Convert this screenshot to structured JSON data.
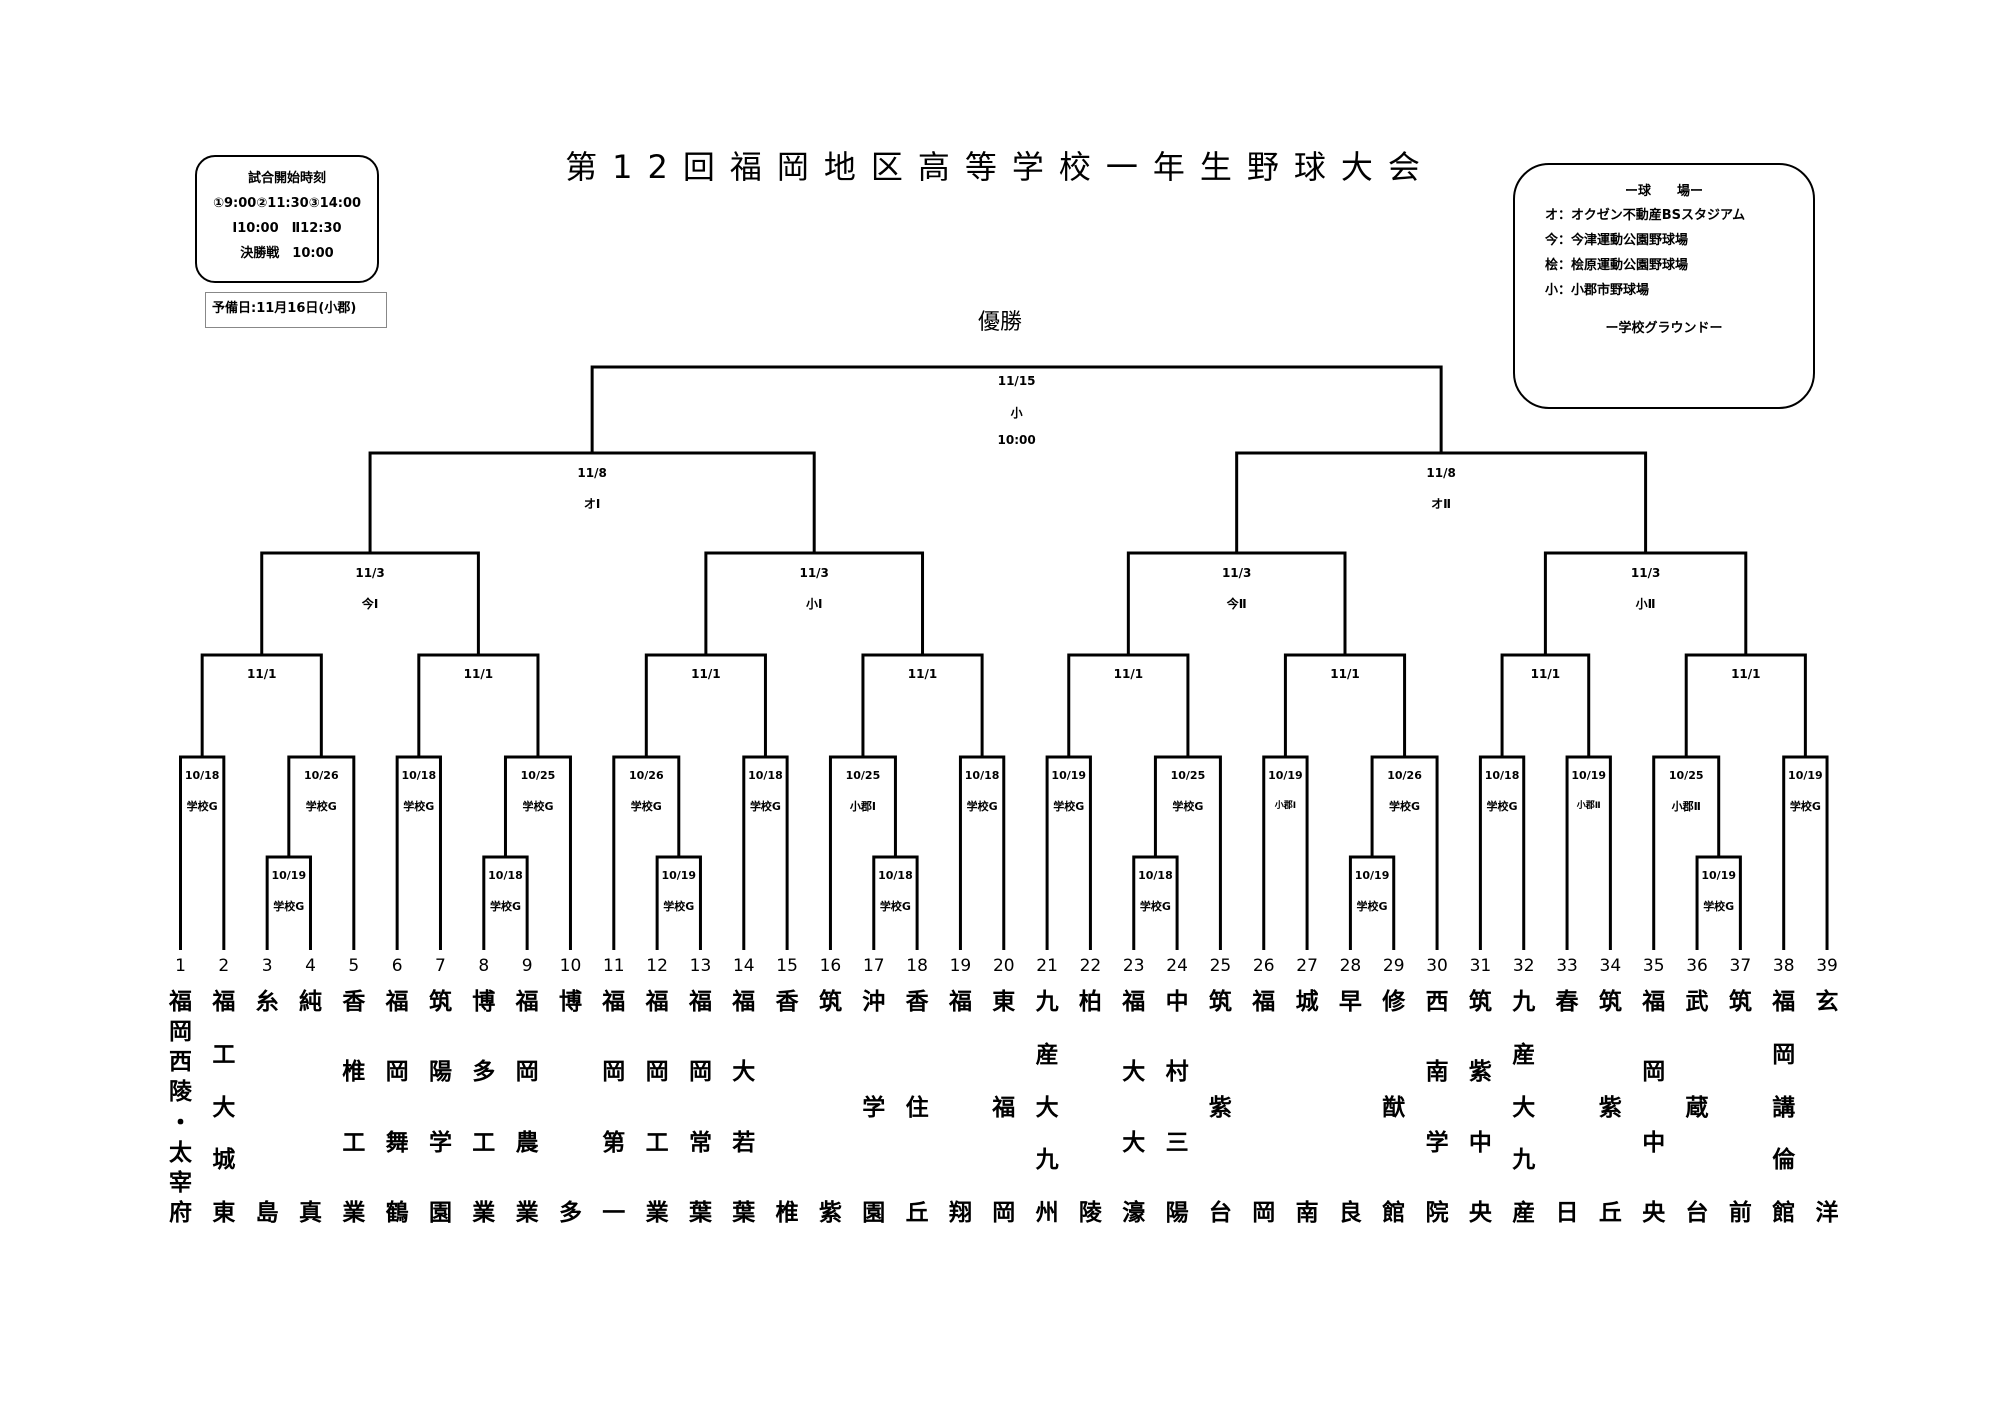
{
  "title": "第12回福岡地区高等学校一年生野球大会",
  "start_times": {
    "header": "試合開始時刻",
    "line1": "①9:00②11:30③14:00",
    "line2": "Ⅰ10:00　Ⅱ12:30",
    "line3": "決勝戦　10:00"
  },
  "reserve_day": "予備日:11月16日(小郡)",
  "venues": {
    "header": "ー球　　場ー",
    "items": [
      "オ：オクゼン不動産BSスタジアム",
      "今：今津運動公園野球場",
      "桧：桧原運動公園野球場",
      "小：小郡市野球場"
    ],
    "footer": "ー学校グラウンドー"
  },
  "champion_label": "優勝",
  "final": {
    "date": "11/15",
    "venue": "小",
    "time": "10:00"
  },
  "semifinals": [
    {
      "date": "11/8",
      "venue": "オⅠ"
    },
    {
      "date": "11/8",
      "venue": "オⅡ"
    }
  ],
  "quarterfinals": [
    {
      "date": "11/3",
      "venue": "今Ⅰ"
    },
    {
      "date": "11/3",
      "venue": "小Ⅰ"
    },
    {
      "date": "11/3",
      "venue": "今Ⅱ"
    },
    {
      "date": "11/3",
      "venue": "小Ⅱ"
    }
  ],
  "round16": [
    "11/1",
    "11/1",
    "11/1",
    "11/1",
    "11/1",
    "11/1",
    "11/1",
    "11/1"
  ],
  "round2": [
    {
      "date": "10/18",
      "venue": "学校G"
    },
    {
      "date": "10/26",
      "venue": "学校G"
    },
    {
      "date": "10/18",
      "venue": "学校G"
    },
    {
      "date": "10/25",
      "venue": "学校G"
    },
    {
      "date": "10/26",
      "venue": "学校G"
    },
    {
      "date": "10/18",
      "venue": "学校G"
    },
    {
      "date": "10/25",
      "venue": "小郡Ⅰ"
    },
    {
      "date": "10/18",
      "venue": "学校G"
    },
    {
      "date": "10/19",
      "venue": "学校G"
    },
    {
      "date": "10/25",
      "venue": "学校G"
    },
    {
      "date": "10/19",
      "venue": "小郡Ⅰ"
    },
    {
      "date": "10/26",
      "venue": "学校G"
    },
    {
      "date": "10/18",
      "venue": "学校G"
    },
    {
      "date": "10/19",
      "venue": "小郡Ⅱ"
    },
    {
      "date": "10/25",
      "venue": "小郡Ⅱ"
    },
    {
      "date": "10/19",
      "venue": "学校G"
    }
  ],
  "round1": [
    {
      "date": "10/19",
      "venue": "学校G"
    },
    {
      "date": "10/18",
      "venue": "学校G"
    },
    {
      "date": "10/19",
      "venue": "学校G"
    },
    {
      "date": "10/18",
      "venue": "学校G"
    },
    {
      "date": "10/18",
      "venue": "学校G"
    },
    {
      "date": "10/19",
      "venue": "学校G"
    },
    {
      "date": "10/19",
      "venue": "学校G"
    }
  ],
  "teams": [
    "福岡西陵・太宰府",
    "福工大城東",
    "糸島",
    "純真",
    "香椎工業",
    "福岡舞鶴",
    "筑陽学園",
    "博多工業",
    "福岡農業",
    "博多",
    "福岡第一",
    "福岡工業",
    "福岡常葉",
    "福大若葉",
    "香椎",
    "筑紫",
    "沖学園",
    "香住丘",
    "福翔",
    "東福岡",
    "九産大九州",
    "柏陵",
    "福大大濠",
    "中村三陽",
    "筑紫台",
    "福岡",
    "城南",
    "早良",
    "修猷館",
    "西南学院",
    "筑紫中央",
    "九産大九産",
    "春日",
    "筑紫丘",
    "福岡中央",
    "武蔵台",
    "筑前",
    "福岡講倫館",
    "玄洋"
  ]
}
